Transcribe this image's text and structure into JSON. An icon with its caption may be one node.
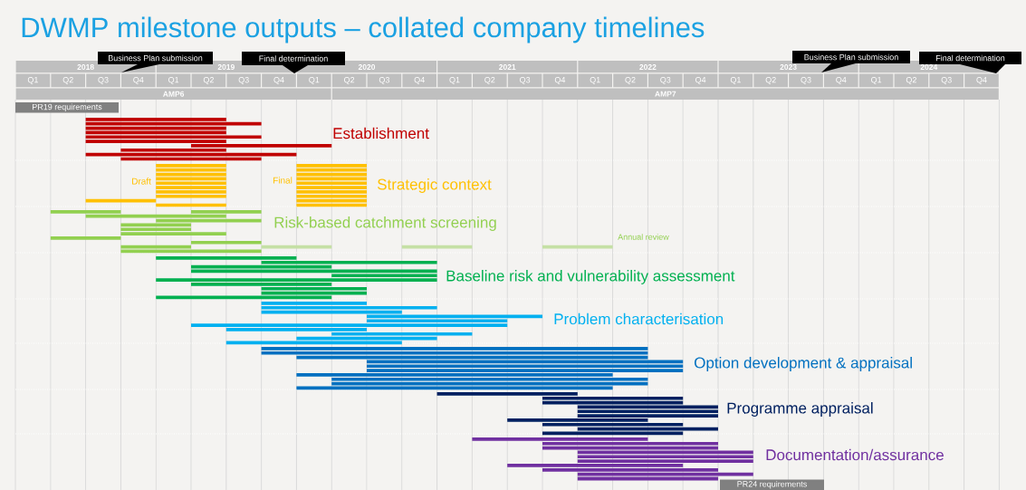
{
  "diagram": {
    "title": "DWMP milestone outputs – collated company timelines",
    "labels": [
      "Business Plan submission",
      "Final determination",
      "Business Plan submission",
      "Final determination",
      "2018",
      "2019",
      "2020",
      "2021",
      "2022",
      "2023",
      "2024",
      "Q1",
      "Q2",
      "Q3",
      "Q4",
      "Q1",
      "Q2",
      "Q3",
      "Q4",
      "Q1",
      "Q2",
      "Q3",
      "Q4",
      "Q1",
      "Q2",
      "Q3",
      "Q4",
      "Q1",
      "Q2",
      "Q3",
      "Q4",
      "Q1",
      "Q2",
      "Q3",
      "Q4",
      "Q1",
      "Q2",
      "Q3",
      "Q4",
      "AMP6",
      "AMP7",
      "PR19 requirements",
      "Establishment",
      "Draft",
      "Final",
      "Strategic context",
      "Risk-based catchment screening",
      "Annual review",
      "Baseline risk and vulnerability assessment",
      "Problem characterisation",
      "Option development & appraisal",
      "Programme appraisal",
      "Documentation/assurance",
      "PR24 requirements"
    ]
  }
}
